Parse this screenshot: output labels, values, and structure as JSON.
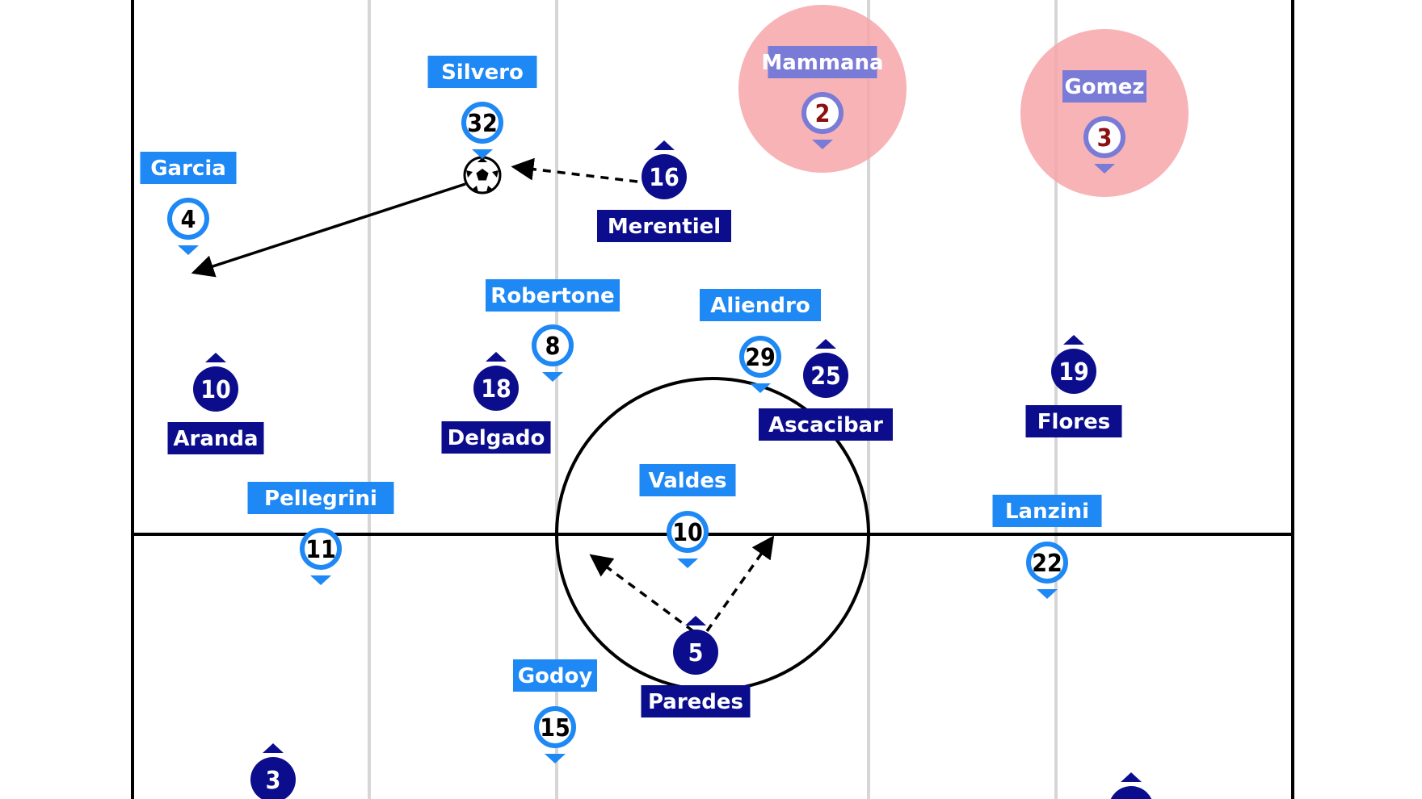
{
  "colors": {
    "home": "#1e88f5",
    "away": "#0b0d8c",
    "highlight": "#f7a6aa",
    "highlight_label": "#7a7bd6",
    "highlight_number": "#8b1010",
    "lines": "#000000",
    "grid": "#d6d6d6"
  },
  "players": [
    {
      "id": "silvero",
      "name": "Silvero",
      "number": "32",
      "team": "home"
    },
    {
      "id": "garcia",
      "name": "Garcia",
      "number": "4",
      "team": "home"
    },
    {
      "id": "robertone",
      "name": "Robertone",
      "number": "8",
      "team": "home"
    },
    {
      "id": "aliendro",
      "name": "Aliendro",
      "number": "29",
      "team": "home"
    },
    {
      "id": "valdes",
      "name": "Valdes",
      "number": "10",
      "team": "home"
    },
    {
      "id": "pellegrini",
      "name": "Pellegrini",
      "number": "11",
      "team": "home"
    },
    {
      "id": "lanzini",
      "name": "Lanzini",
      "number": "22",
      "team": "home"
    },
    {
      "id": "godoy",
      "name": "Godoy",
      "number": "15",
      "team": "home"
    },
    {
      "id": "mammana",
      "name": "Mammana",
      "number": "2",
      "team": "home",
      "highlighted": true
    },
    {
      "id": "gomez",
      "name": "Gomez",
      "number": "3",
      "team": "home",
      "highlighted": true
    },
    {
      "id": "merentiel",
      "name": "Merentiel",
      "number": "16",
      "team": "away"
    },
    {
      "id": "aranda",
      "name": "Aranda",
      "number": "10",
      "team": "away"
    },
    {
      "id": "delgado",
      "name": "Delgado",
      "number": "18",
      "team": "away"
    },
    {
      "id": "ascacibar",
      "name": "Ascacibar",
      "number": "25",
      "team": "away"
    },
    {
      "id": "flores",
      "name": "Flores",
      "number": "19",
      "team": "away"
    },
    {
      "id": "paredes",
      "name": "Paredes",
      "number": "5",
      "team": "away"
    },
    {
      "id": "away-3",
      "name": "",
      "number": "3",
      "team": "away"
    },
    {
      "id": "away-partial",
      "name": "",
      "number": "",
      "team": "away"
    }
  ],
  "ball": {
    "icon": "soccer-ball-icon"
  },
  "arrows": [
    {
      "from": "ball",
      "to": "garcia",
      "style": "solid"
    },
    {
      "from": "merentiel",
      "to": "ball",
      "style": "dashed"
    },
    {
      "from": "paredes",
      "to": "left-run",
      "style": "dashed"
    },
    {
      "from": "paredes",
      "to": "right-run",
      "style": "dashed"
    }
  ]
}
